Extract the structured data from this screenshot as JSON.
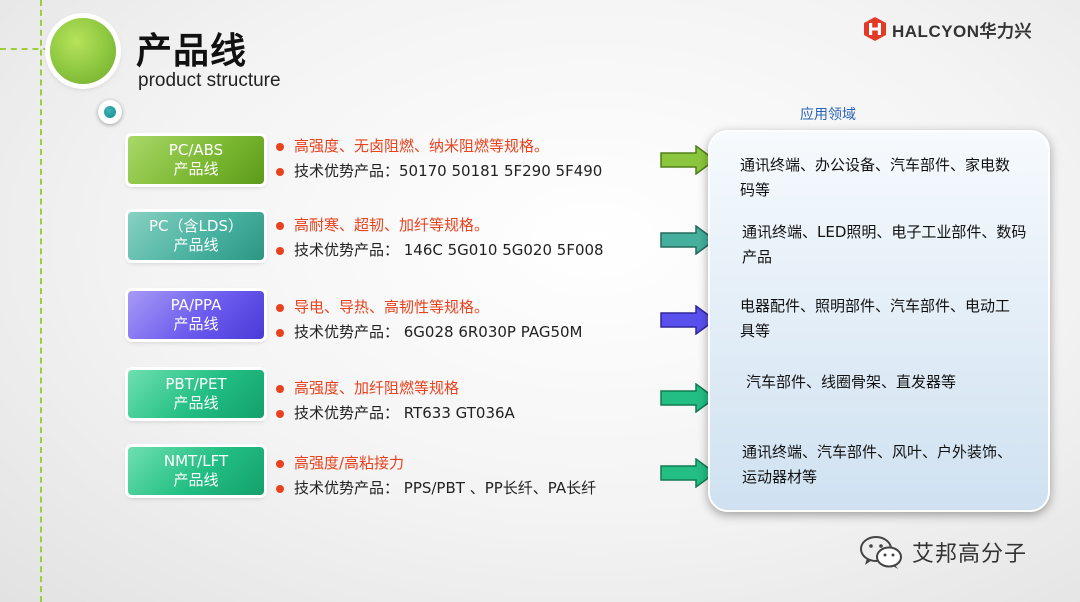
{
  "header": {
    "title": "产品线",
    "subtitle": "product structure"
  },
  "logo": {
    "brand": "HALCYON华力兴",
    "icon": "halcyon-h-logo-icon",
    "color": "#e23a26"
  },
  "applications_label": "应用领域",
  "product_lines": [
    {
      "label_line1": "PC/ABS",
      "label_line2": "产品线",
      "feature": "高强度、无卤阻燃、纳米阻燃等规格。",
      "products": "技术优势产品：50170 50181 5F290 5F490",
      "application": "通讯终端、办公设备、汽车部件、家电数码等",
      "color": "#79b62f"
    },
    {
      "label_line1": "PC（含LDS）",
      "label_line2": "产品线",
      "feature": "高耐寒、超韧、加纤等规格。",
      "products": "技术优势产品： 146C 5G010 5G020 5F008",
      "application": "通讯终端、LED照明、电子工业部件、数码产品",
      "color": "#46b09e"
    },
    {
      "label_line1": "PA/PPA",
      "label_line2": "产品线",
      "feature": "导电、导热、高韧性等规格。",
      "products": "技术优势产品： 6G028 6R030P PAG50M",
      "application": "电器配件、照明部件、汽车部件、电动工具等",
      "color": "#6b5bee"
    },
    {
      "label_line1": "PBT/PET",
      "label_line2": "产品线",
      "feature": "高强度、加纤阻燃等规格",
      "products": "技术优势产品： RT633 GT036A",
      "application": "汽车部件、线圈骨架、直发器等",
      "color": "#22be83"
    },
    {
      "label_line1": "NMT/LFT",
      "label_line2": "产品线",
      "feature": "高强度/高粘接力",
      "products": "技术优势产品： PPS/PBT 、PP长纤、PA长纤",
      "application": "通讯终端、汽车部件、风叶、户外装饰、运动器材等",
      "color": "#22be83"
    }
  ],
  "watermark": {
    "icon": "wechat-icon",
    "text": "艾邦高分子"
  }
}
